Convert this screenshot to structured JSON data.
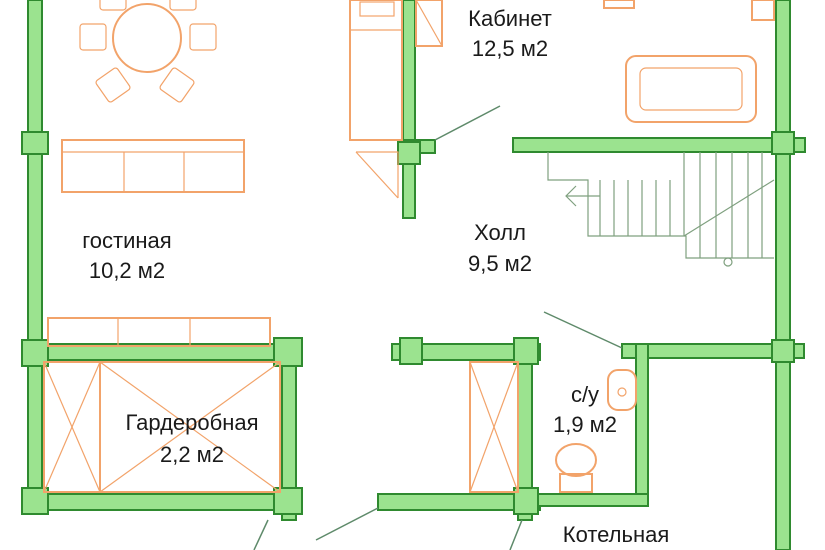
{
  "rooms": {
    "cabinet": {
      "name": "Кабинет",
      "area": "12,5 м2"
    },
    "living": {
      "name": "гостиная",
      "area": "10,2 м2"
    },
    "hall": {
      "name": "Холл",
      "area": "9,5 м2"
    },
    "wardrobe": {
      "name": "Гардеробная",
      "area": "2,2 м2"
    },
    "bathroom": {
      "name": "с/у",
      "area": "1,9 м2"
    },
    "boiler": {
      "name": "Котельная"
    }
  },
  "colors": {
    "wall_fill": "#9be38f",
    "wall_stroke": "#2f8a2f",
    "furniture": "#f2a36a",
    "stairs": "#7fa07f",
    "background": "#ffffff"
  }
}
